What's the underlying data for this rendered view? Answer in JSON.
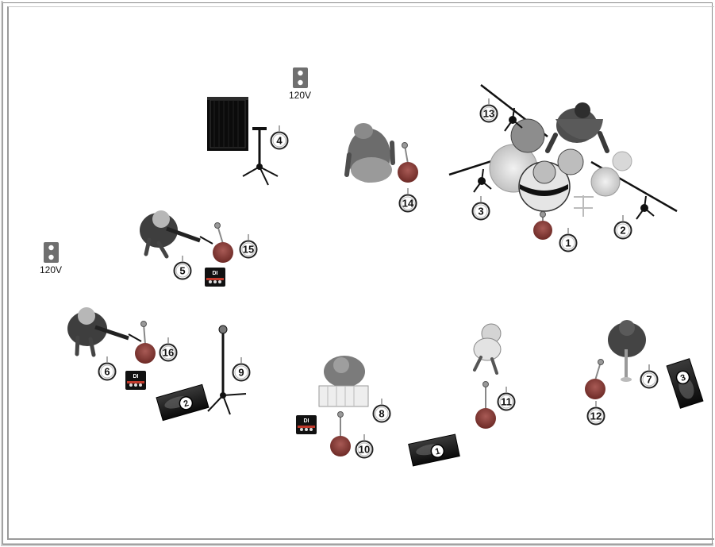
{
  "outlets": [
    {
      "id": "outlet-top",
      "label": "120V"
    },
    {
      "id": "outlet-left",
      "label": "120V"
    }
  ],
  "mic_stands": [
    {
      "id": "mic-1",
      "number": "1"
    },
    {
      "id": "mic-2",
      "number": "2"
    },
    {
      "id": "mic-3",
      "number": "3"
    },
    {
      "id": "mic-4",
      "number": "4"
    },
    {
      "id": "mic-5",
      "number": "5"
    },
    {
      "id": "mic-6",
      "number": "6"
    },
    {
      "id": "mic-7",
      "number": "7"
    },
    {
      "id": "mic-8",
      "number": "8"
    },
    {
      "id": "mic-9",
      "number": "9"
    },
    {
      "id": "mic-10",
      "number": "10"
    },
    {
      "id": "mic-11",
      "number": "11"
    },
    {
      "id": "mic-12",
      "number": "12"
    },
    {
      "id": "mic-13",
      "number": "13"
    },
    {
      "id": "mic-14",
      "number": "14"
    },
    {
      "id": "mic-15",
      "number": "15"
    },
    {
      "id": "mic-16",
      "number": "16"
    }
  ],
  "monitors": [
    {
      "id": "monitor-1",
      "number": "1"
    },
    {
      "id": "monitor-2",
      "number": "2"
    },
    {
      "id": "monitor-3",
      "number": "3"
    }
  ],
  "di_boxes": [
    {
      "id": "di-1",
      "label": "DI"
    },
    {
      "id": "di-2",
      "label": "DI"
    },
    {
      "id": "di-3",
      "label": "DI"
    }
  ],
  "colors": {
    "mic_base": "#c0392b",
    "monitor": "#111111",
    "badge_ring": "#333333"
  }
}
